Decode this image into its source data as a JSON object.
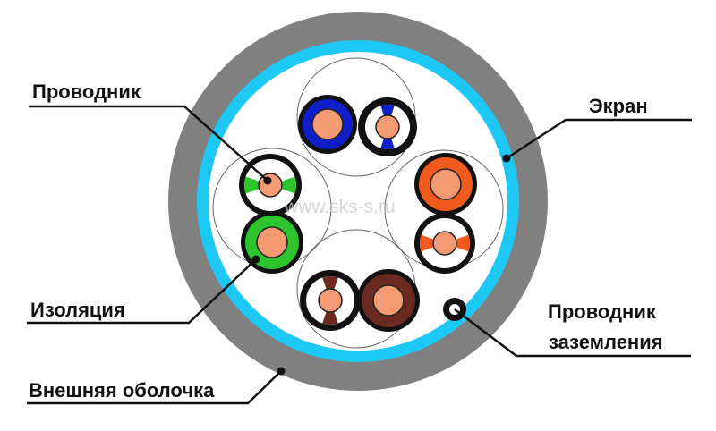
{
  "labels": {
    "conductor": "Проводник",
    "screen": "Экран",
    "insulation": "Изоляция",
    "ground_conductor_line1": "Проводник",
    "ground_conductor_line2": "заземления",
    "outer_jacket": "Внешняя оболочка"
  },
  "watermark": "www.sks-s.ru",
  "colors": {
    "jacket": "#808080",
    "screen": "#1ec8f5",
    "core": "#f39a72",
    "blue": "#0f1ec8",
    "green": "#2ec42e",
    "orange": "#f05a1e",
    "brown": "#6b2a20"
  }
}
